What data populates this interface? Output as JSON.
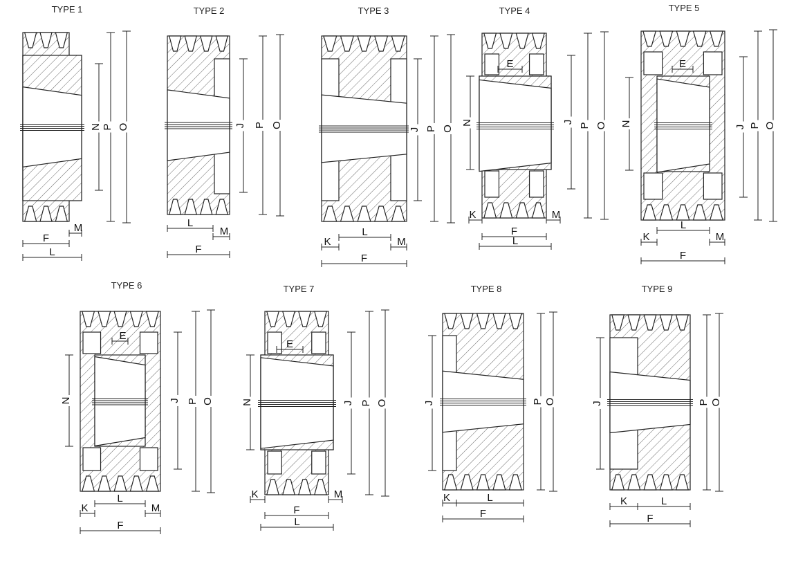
{
  "types": [
    {
      "title": "TYPE 1",
      "labels": {
        "N": "N",
        "P": "P",
        "O": "O",
        "M": "M",
        "F": "F",
        "L": "L"
      }
    },
    {
      "title": "TYPE 2",
      "labels": {
        "J": "J",
        "P": "P",
        "O": "O",
        "L": "L",
        "M": "M",
        "F": "F"
      }
    },
    {
      "title": "TYPE 3",
      "labels": {
        "J": "J",
        "P": "P",
        "O": "O",
        "K": "K",
        "L": "L",
        "M": "M",
        "F": "F"
      }
    },
    {
      "title": "TYPE 4",
      "labels": {
        "E": "E",
        "N": "N",
        "J": "J",
        "P": "P",
        "O": "O",
        "K": "K",
        "M": "M",
        "F": "F",
        "L": "L"
      }
    },
    {
      "title": "TYPE 5",
      "labels": {
        "E": "E",
        "N": "N",
        "J": "J",
        "P": "P",
        "O": "O",
        "L": "L",
        "K": "K",
        "M": "M",
        "F": "F"
      }
    },
    {
      "title": "TYPE 6",
      "labels": {
        "E": "E",
        "N": "N",
        "J": "J",
        "P": "P",
        "O": "O",
        "L": "L",
        "K": "K",
        "M": "M",
        "F": "F"
      }
    },
    {
      "title": "TYPE 7",
      "labels": {
        "E": "E",
        "N": "N",
        "J": "J",
        "P": "P",
        "O": "O",
        "K": "K",
        "M": "M",
        "F": "F",
        "L": "L"
      }
    },
    {
      "title": "TYPE 8",
      "labels": {
        "J": "J",
        "P": "P",
        "O": "O",
        "K": "K",
        "L": "L",
        "F": "F"
      }
    },
    {
      "title": "TYPE 9",
      "labels": {
        "J": "J",
        "P": "P",
        "O": "O",
        "K": "K",
        "L": "L",
        "F": "F"
      }
    }
  ]
}
